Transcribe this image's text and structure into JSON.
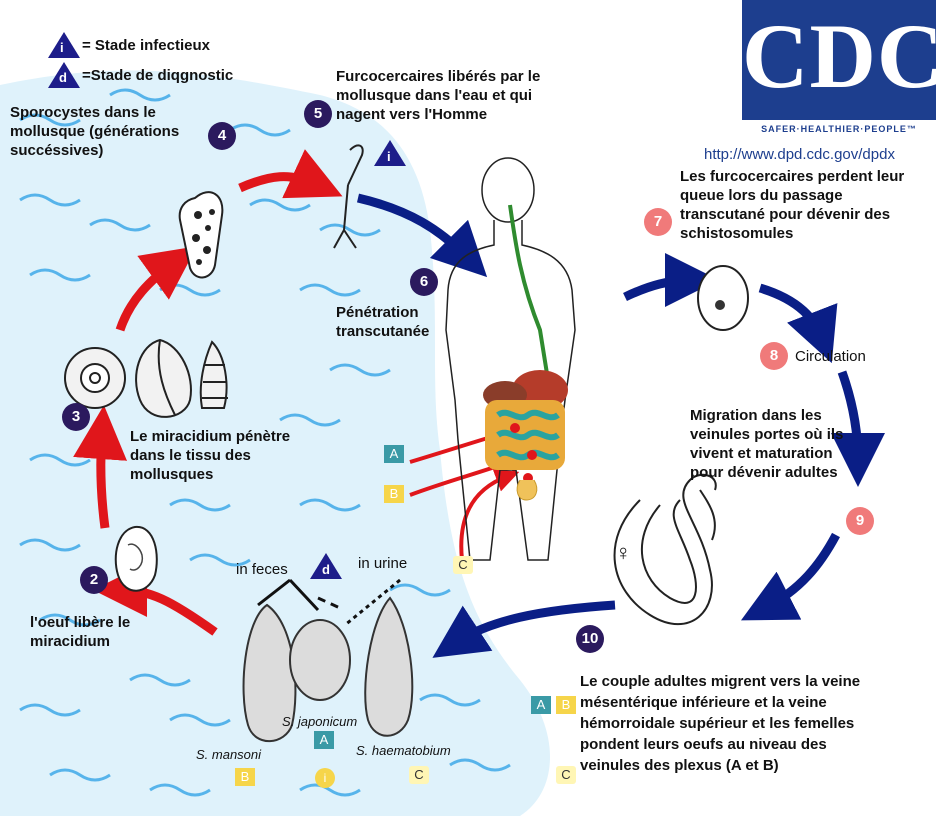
{
  "legend": {
    "infective_symbol": "i",
    "infective_label": "= Stade infectieux",
    "diagnostic_symbol": "d",
    "diagnostic_label": "=Stade de diqgnostic"
  },
  "logo": {
    "text": "CDC",
    "tagline": "SAFER·HEALTHIER·PEOPLE™",
    "url": "http://www.dpd.cdc.gov/dpdx"
  },
  "steps": [
    {
      "num": "2",
      "text": "l'oeuf libère le miracidium"
    },
    {
      "num": "3",
      "text": "Le miracidium pénètre dans le tissu des mollusques"
    },
    {
      "num": "4",
      "text": "Sporocystes dans le mollusque (générations succéssives)"
    },
    {
      "num": "5",
      "text": "Furcocercaires libérés par le mollusque dans l'eau et qui nagent vers l'Homme"
    },
    {
      "num": "6",
      "text": "Pénétration transcutanée"
    },
    {
      "num": "7",
      "text": "Les furcocercaires perdent leur queue lors du passage transcutané pour dévenir des schistosomules"
    },
    {
      "num": "8",
      "text": "Circulation"
    },
    {
      "num": "9",
      "text": "Migration dans les veinules portes où ils vivent et maturation pour dévenir adultes"
    },
    {
      "num": "10",
      "text": "Le couple adultes migrent vers la veine mésentérique inférieure et la veine hémorroidale supérieur et les femelles pondent leurs oeufs au niveau des veinules des plexus (A et B)"
    }
  ],
  "eggs": {
    "in_feces": "in feces",
    "in_urine": "in urine",
    "mansoni": "S. mansoni",
    "japonicum": "S. japonicum",
    "haematobium": "S. haematobium",
    "female_symbol": "♀"
  },
  "tags": {
    "a": "A",
    "b": "B",
    "c": "C",
    "i": "i",
    "d": "d"
  },
  "colors": {
    "dark_step": "#2b1a5e",
    "pink_step": "#f07a7a",
    "red_arrow": "#e0161b",
    "blue_arrow": "#0a1e86",
    "water": "#bfe4f6",
    "tag_a": "#3a9aa6",
    "tag_b": "#f6d54a",
    "cdc_blue": "#1d3e8e"
  }
}
